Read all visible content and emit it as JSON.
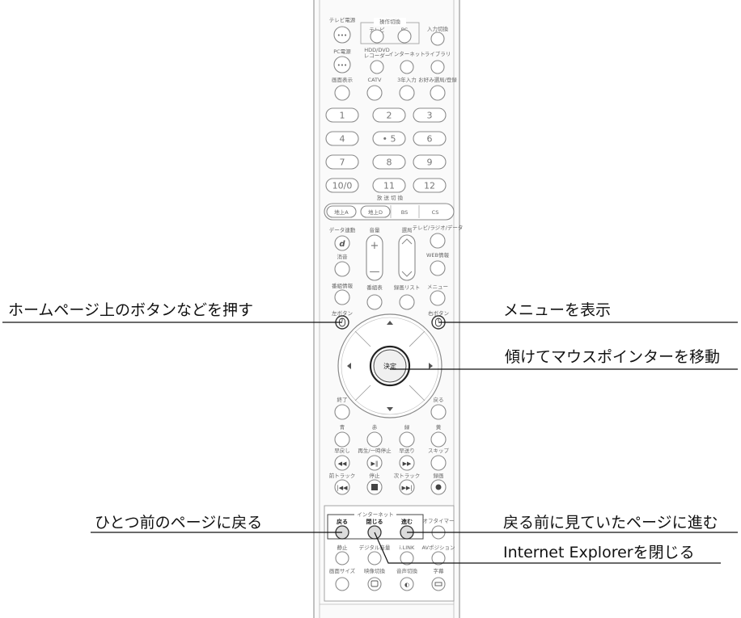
{
  "callouts": {
    "homepage_button": "ホームページ上のボタンなどを押す",
    "menu": "メニューを表示",
    "tilt": "傾けてマウスポインターを移動",
    "previous_page": "ひとつ前のページに戻る",
    "next_page": "戻る前に見ていたページに進む",
    "close_ie": "Internet Explorerを閉じる"
  },
  "remote": {
    "op_group": "操作切換",
    "top_left": [
      "テレビ電源",
      "PC電源",
      "画面表示"
    ],
    "op_buttons": [
      "テレビ",
      "PC"
    ],
    "row1_right": "入力切換",
    "row2": [
      "HDD/DVD\nレコーダー",
      "インターネット",
      "ライブラリ"
    ],
    "row3": [
      "CATV",
      "3年入力",
      "お好み選局/登録"
    ],
    "numbers": [
      "1",
      "2",
      "3",
      "4",
      "• 5",
      "6",
      "7",
      "8",
      "9",
      "10/0",
      "11",
      "12"
    ],
    "broadcast_title": "放 送 切 換",
    "broadcast": [
      "地上A",
      "地上D",
      "BS",
      "CS"
    ],
    "vol_row": [
      "データ連動",
      "音量",
      "選局",
      "テレビ/ラジオ/データ"
    ],
    "vol_row2": [
      "消音",
      "WEB情報"
    ],
    "guide_row": [
      "番組情報",
      "番組表",
      "録画リスト",
      "メニュー"
    ],
    "mouse_left": "左ボタン",
    "mouse_right": "右ボタン",
    "enter": "決定",
    "end_back": [
      "終了",
      "戻る"
    ],
    "colors": [
      "青",
      "赤",
      "緑",
      "黄"
    ],
    "play_row": [
      "早戻し",
      "再生/一時停止",
      "早送り",
      "スキップ"
    ],
    "rec_row": [
      "前トラック",
      "停止",
      "次トラック",
      "録画"
    ],
    "internet_group": "インターネット",
    "internet_buttons": [
      "戻る",
      "閉じる",
      "進む"
    ],
    "off_timer": "オフタイマー",
    "bottom1": [
      "静止",
      "デジタル音量",
      "i.LINK",
      "AVポジション"
    ],
    "bottom2": [
      "画面サイズ",
      "映像切換",
      "音声切換",
      "字幕"
    ]
  }
}
